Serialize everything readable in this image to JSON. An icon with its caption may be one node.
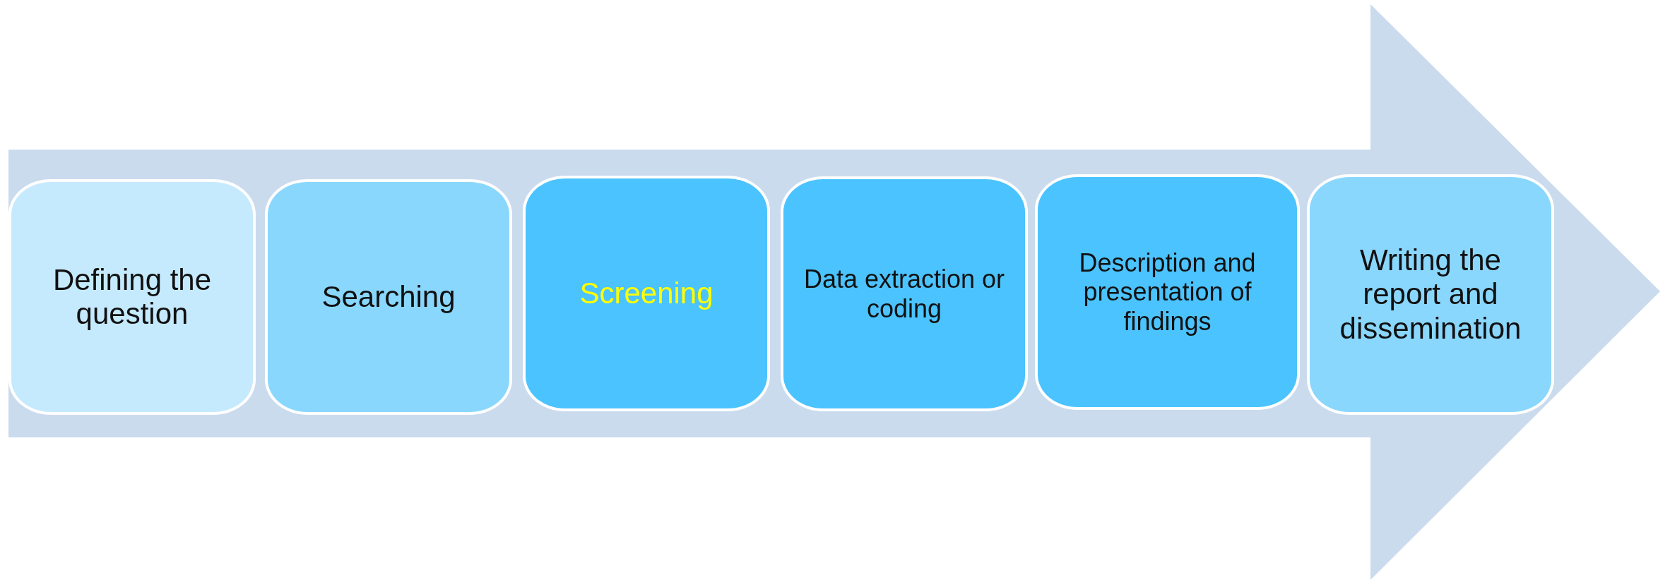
{
  "diagram": {
    "nodes": [
      {
        "text": [
          "Defining the question"
        ]
      },
      {
        "text": [
          "Searching"
        ]
      },
      {
        "text": [
          "Screening"
        ]
      },
      {
        "text": [
          "Data extraction or coding"
        ]
      },
      {
        "text": [
          "Description and presentation of findings"
        ]
      },
      {
        "text": [
          "Writing the report and dissemination"
        ]
      }
    ]
  }
}
